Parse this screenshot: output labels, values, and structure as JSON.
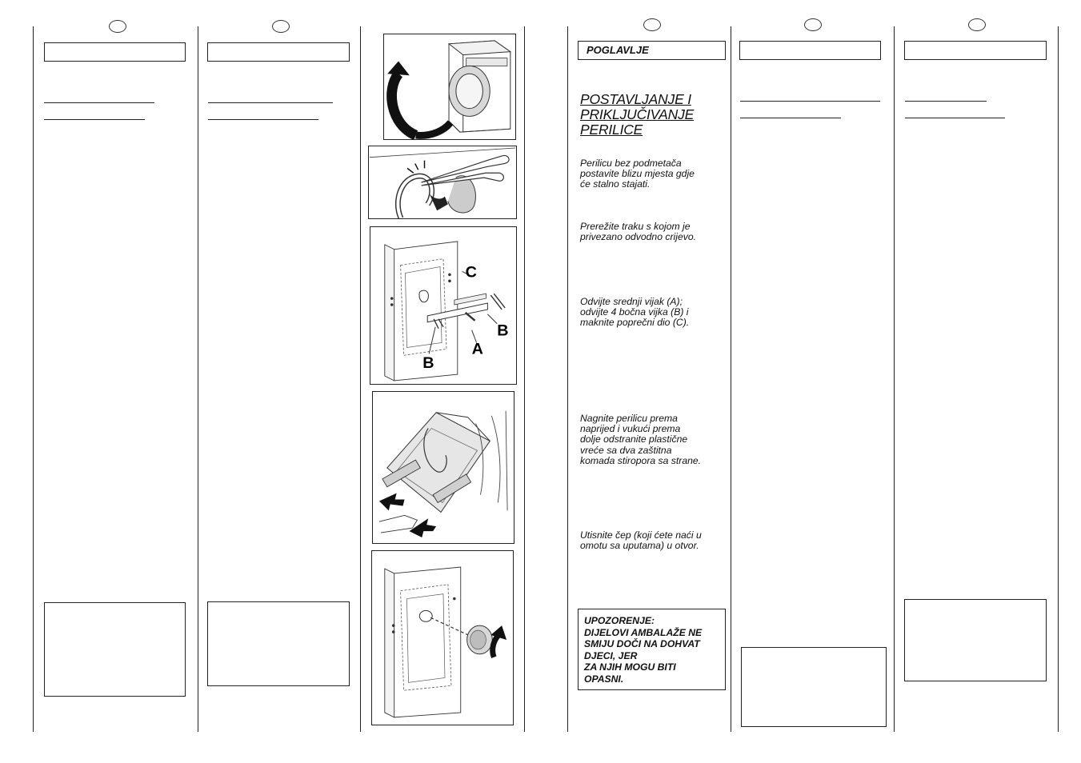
{
  "section": {
    "header_label": "POGLAVLJE",
    "title_lines": [
      "POSTAVLJANJE I",
      "PRIKLJUČIVANJE",
      "PERILICE"
    ]
  },
  "paragraphs": [
    [
      "Perilicu bez podmetača",
      "postavite blizu mjesta gdje",
      "će stalno stajati."
    ],
    [
      "Prerežite traku s kojom je",
      "privezano odvodno crijevo."
    ],
    [
      "Odvijte srednji vijak (A);",
      "odvijte 4 bočna vijka (B) i",
      "maknite poprečni dio (C)."
    ],
    [
      "Nagnite perilicu prema",
      "naprijed i vukući prema",
      "dolje odstranite plastične",
      "vreće sa dva zaštitna",
      "komada stiropora sa strane."
    ],
    [
      "Utisnite čep (koji ćete naći u",
      "omotu sa uputama) u otvor."
    ]
  ],
  "warning_lines": [
    "UPOZORENJE:",
    "DIJELOVI AMBALAŽE NE",
    "SMIJU DOČI NA DOHVAT",
    "DJECI, JER",
    "ZA NJIH MOGU BITI",
    "OPASNI."
  ],
  "figure_labels": {
    "c": "C",
    "b_right": "B",
    "a": "A",
    "b_left": "B"
  }
}
